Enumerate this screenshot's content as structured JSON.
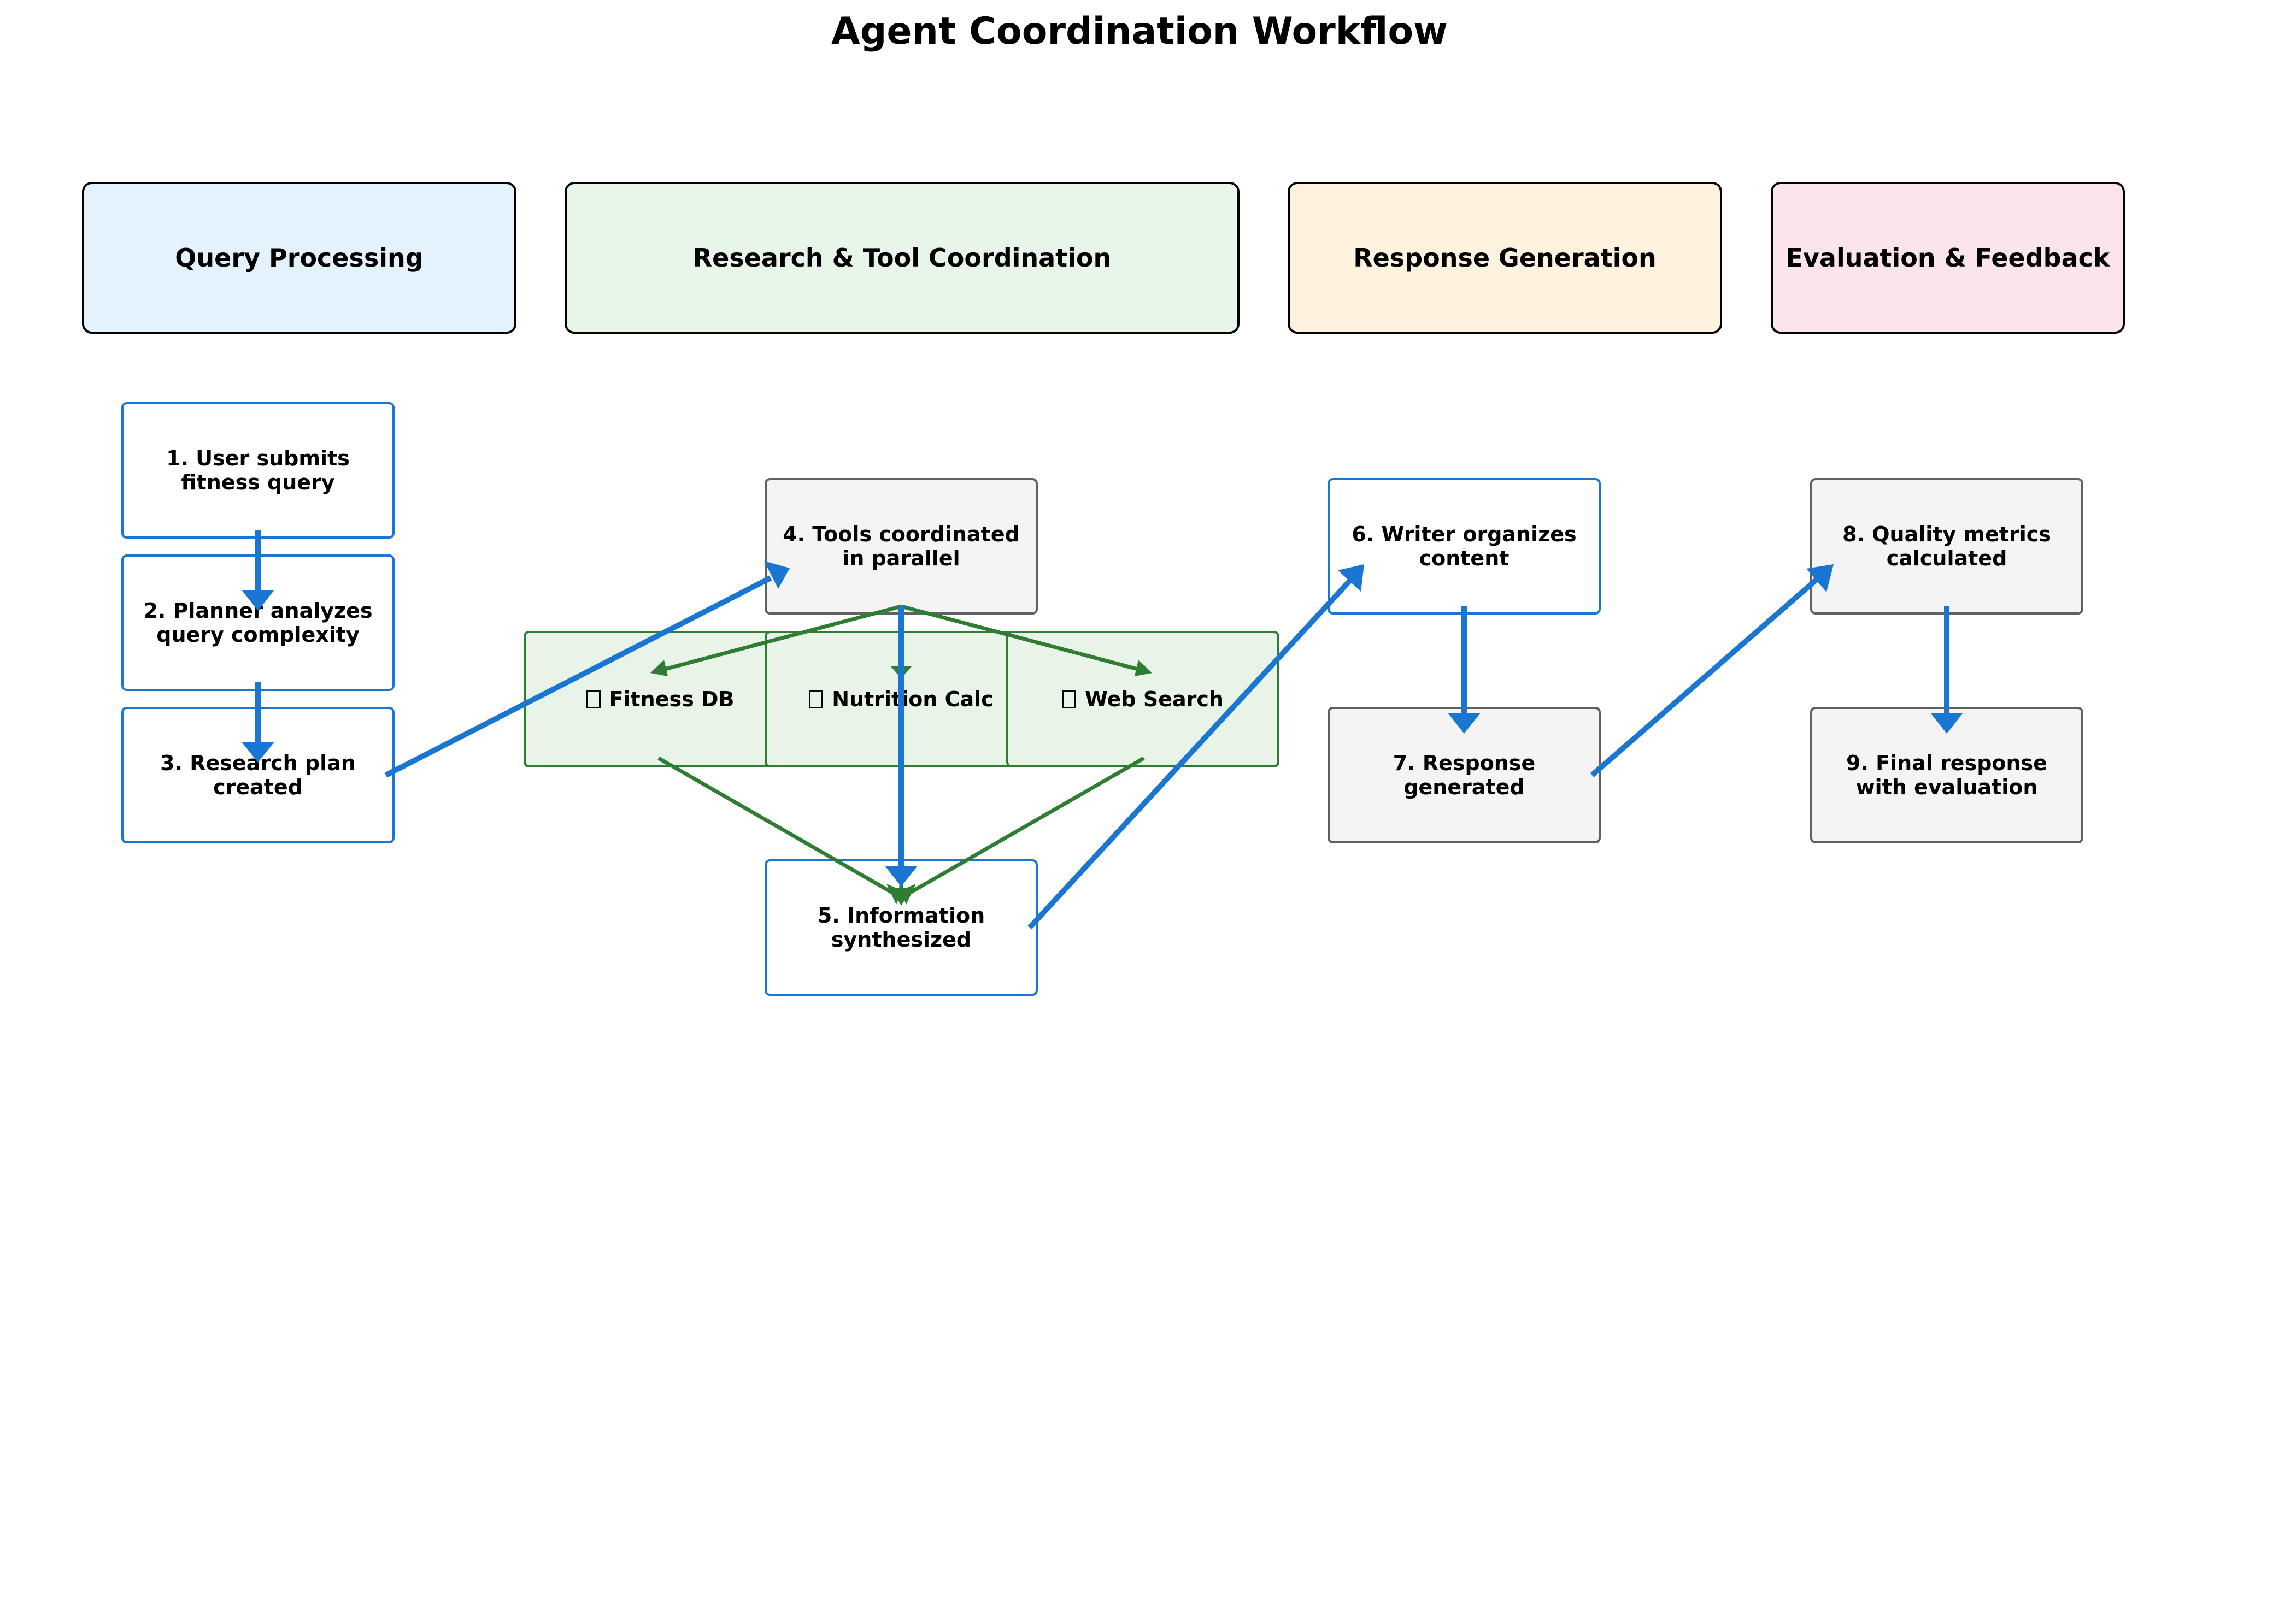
{
  "title": "Agent Coordination Workflow",
  "stages": [
    {
      "label": "Query Processing",
      "color": "#e3f2fd"
    },
    {
      "label": "Research & Tool Coordination",
      "color": "#e8f5e9"
    },
    {
      "label": "Response Generation",
      "color": "#fff3e0"
    },
    {
      "label": "Evaluation & Feedback",
      "color": "#fce4ec"
    }
  ],
  "steps": [
    {
      "label": "1. User submits\nfitness query"
    },
    {
      "label": "2. Planner analyzes\nquery complexity"
    },
    {
      "label": "3. Research plan\ncreated"
    },
    {
      "label": "4. Tools coordinated\nin parallel"
    },
    {
      "label": "5. Information\nsynthesized"
    },
    {
      "label": "6. Writer organizes\ncontent"
    },
    {
      "label": "7. Response\ngenerated"
    },
    {
      "label": "8. Quality metrics\ncalculated"
    },
    {
      "label": "9. Final response\nwith evaluation"
    }
  ],
  "tools": [
    {
      "label": "Fitness DB"
    },
    {
      "label": "Nutrition Calc"
    },
    {
      "label": "Web Search"
    }
  ],
  "colors": {
    "flow_arrow": "#1976d2",
    "tool_arrow": "#2e7d32",
    "blue_border": "#1976d2",
    "gray_border": "#616161",
    "tool_fill": "#e8f4e8"
  }
}
